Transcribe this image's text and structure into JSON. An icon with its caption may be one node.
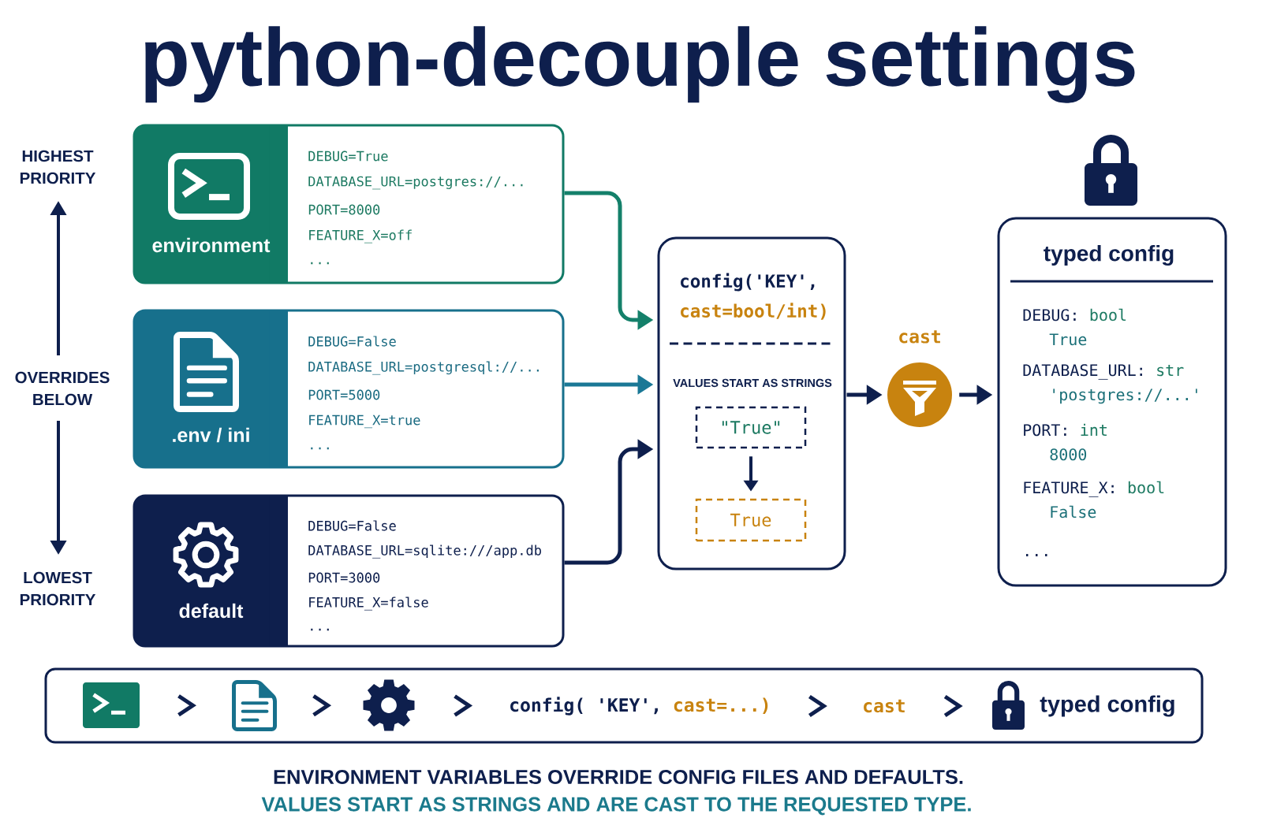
{
  "diagram": {
    "title": "python-decouple settings",
    "nodes": [
      {
        "text": [
          "environment",
          "DEBUG=True",
          "DATABASE_URL=postgres://...",
          "PORT=8000",
          "FEATURE_X=off",
          "..."
        ]
      },
      {
        "text": [
          ".env / ini",
          "DEBUG=False",
          "DATABASE_URL=postgresql://...",
          "PORT=5000",
          "FEATURE_X=true",
          "..."
        ]
      },
      {
        "text": [
          "default",
          "DEBUG=False",
          "DATABASE_URL=sqlite:///app.db",
          "PORT=3000",
          "FEATURE_X=false",
          "..."
        ]
      },
      {
        "text": [
          "config('KEY',",
          "cast=bool/int)",
          "VALUES START AS STRINGS"
        ]
      },
      {
        "text": [
          "\"True\""
        ],
        "in": 3
      },
      {
        "text": [
          "True"
        ],
        "in": 3
      },
      {
        "text": [],
        "shape": "circle",
        "beside": [
          "cast"
        ]
      },
      {
        "text": [
          "typed config",
          "DEBUG:",
          "bool",
          "True",
          "DATABASE_URL:",
          "str",
          "'postgres://...'",
          "PORT:",
          "int",
          "8000",
          "FEATURE_X:",
          "bool",
          "False",
          "..."
        ]
      },
      {
        "text": [],
        "shape": "box"
      },
      {
        "text": [],
        "shape": "picture",
        "in": 8
      },
      {
        "text": [],
        "shape": "picture",
        "in": 8
      },
      {
        "text": [],
        "shape": "picture",
        "in": 8
      },
      {
        "text": [
          "config( 'KEY',",
          "cast=...)"
        ],
        "in": 8
      },
      {
        "text": [
          "cast"
        ],
        "in": 8
      },
      {
        "text": [
          "typed config"
        ],
        "in": 8
      }
    ],
    "edges": [
      {
        "from": 0,
        "to": 3,
        "arrow": "to",
        "color": "#14806a"
      },
      {
        "from": 1,
        "to": 3,
        "arrow": "to",
        "color": "#1a7896"
      },
      {
        "from": 2,
        "to": 3,
        "arrow": "to"
      },
      {
        "from": 4,
        "to": 5,
        "arrow": "to"
      },
      {
        "from": 3,
        "to": 6,
        "arrow": "to"
      },
      {
        "from": 6,
        "to": 7,
        "arrow": "to"
      },
      {
        "from": 9,
        "to": 10,
        "arrow": "to"
      },
      {
        "from": 10,
        "to": 11,
        "arrow": "to"
      },
      {
        "from": 11,
        "to": 12,
        "arrow": "to"
      },
      {
        "from": 12,
        "to": 13,
        "arrow": "to"
      },
      {
        "from": 13,
        "to": 14,
        "arrow": "to"
      }
    ],
    "labels": [
      "HIGHEST PRIORITY",
      "OVERRIDES BELOW",
      "LOWEST PRIORITY",
      "ENVIRONMENT VARIABLES OVERRIDE CONFIG FILES AND DEFAULTS.",
      "VALUES START AS STRINGS AND ARE CAST TO THE REQUESTED TYPE."
    ]
  }
}
